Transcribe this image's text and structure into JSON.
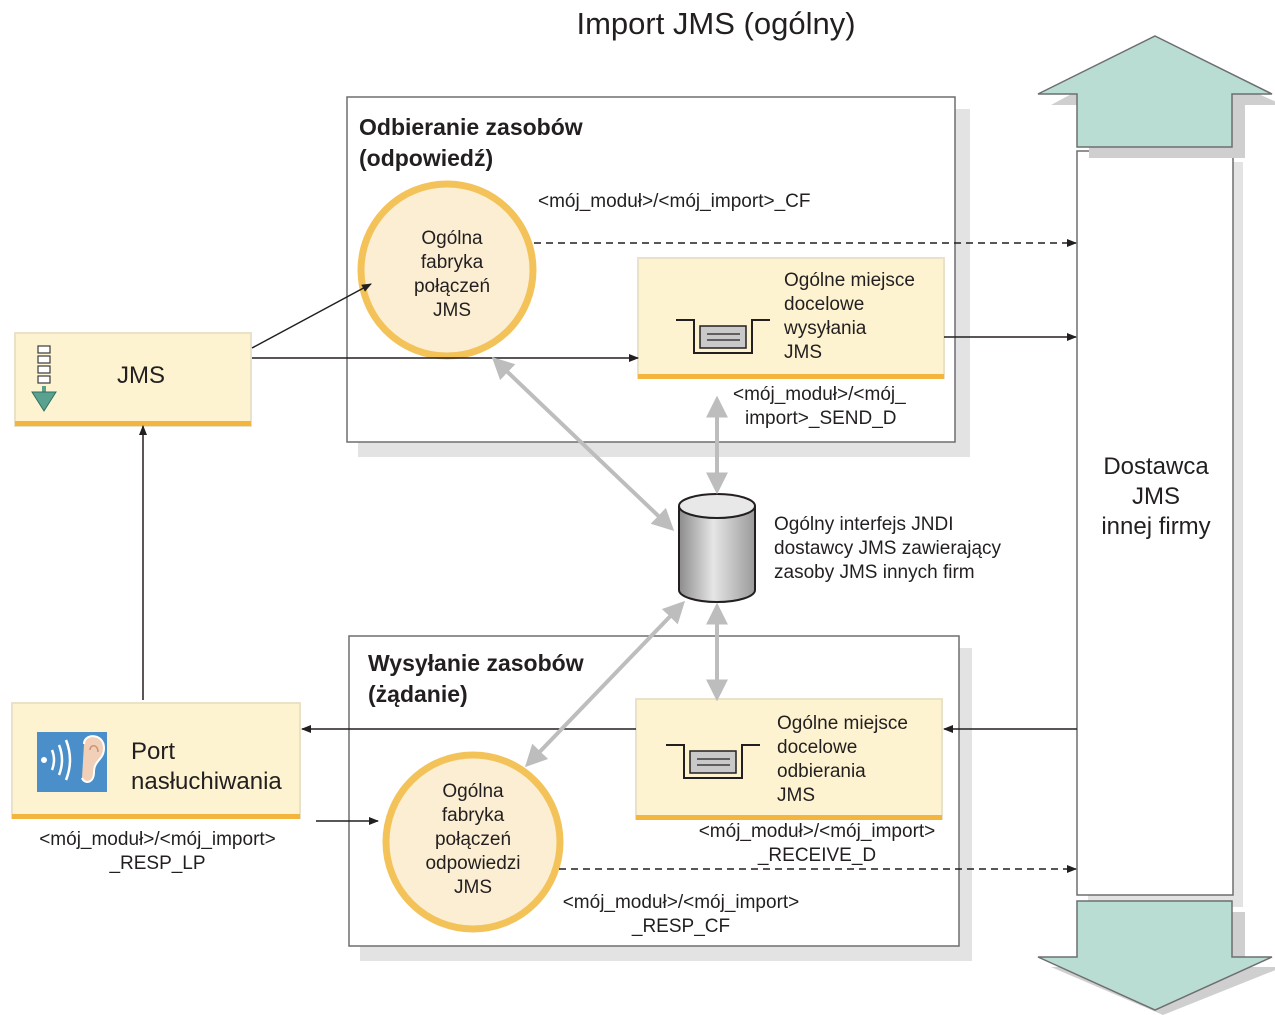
{
  "title": "Import JMS (ogólny)",
  "receive_group": {
    "title_line1": "Odbieranie zasobów",
    "title_line2": "(odpowiedź)",
    "cf_label": "<mój_moduł>/<mój_import>_CF",
    "cf_circle": [
      "Ogólna",
      "fabryka",
      "połączeń",
      "JMS"
    ],
    "send_dest": [
      "Ogólne miejsce",
      "docelowe",
      "wysyłania",
      "JMS"
    ],
    "send_dest_label": [
      "<mój_moduł>/<mój_",
      "import>_SEND_D"
    ]
  },
  "send_group": {
    "title_line1": "Wysyłanie zasobów",
    "title_line2": "(żądanie)",
    "resp_cf_circle": [
      "Ogólna",
      "fabryka",
      "połączeń",
      "odpowiedzi",
      "JMS"
    ],
    "resp_cf_label": [
      "<mój_moduł>/<mój_import>",
      "_RESP_CF"
    ],
    "receive_dest": [
      "Ogólne miejsce",
      "docelowe",
      "odbierania",
      "JMS"
    ],
    "receive_dest_label": [
      "<mój_moduł>/<mój_import>",
      "_RECEIVE_D"
    ]
  },
  "jms_box": {
    "label": "JMS",
    "icon": "jms-import-icon"
  },
  "listener_box": {
    "label": [
      "Port",
      "nasłuchiwania"
    ],
    "icon": "ear-listener-icon",
    "caption": [
      "<mój_moduł>/<mój_import>",
      "_RESP_LP"
    ]
  },
  "jndi": {
    "label": [
      "Ogólny interfejs JNDI",
      "dostawcy JMS zawierający",
      "zasoby JMS innych firm"
    ],
    "icon": "database-cylinder-icon"
  },
  "provider": {
    "label": [
      "Dostawca",
      "JMS",
      "innej firmy"
    ]
  },
  "colors": {
    "box_fill": "#fdf3d0",
    "box_border": "#f4b53f",
    "circle_fill": "#fbeed2",
    "circle_border": "#f3c35a",
    "arrow_teal": "#b9dcd3",
    "shadow": "#e3e3e3",
    "grey_arrow": "#bdbdbd"
  }
}
